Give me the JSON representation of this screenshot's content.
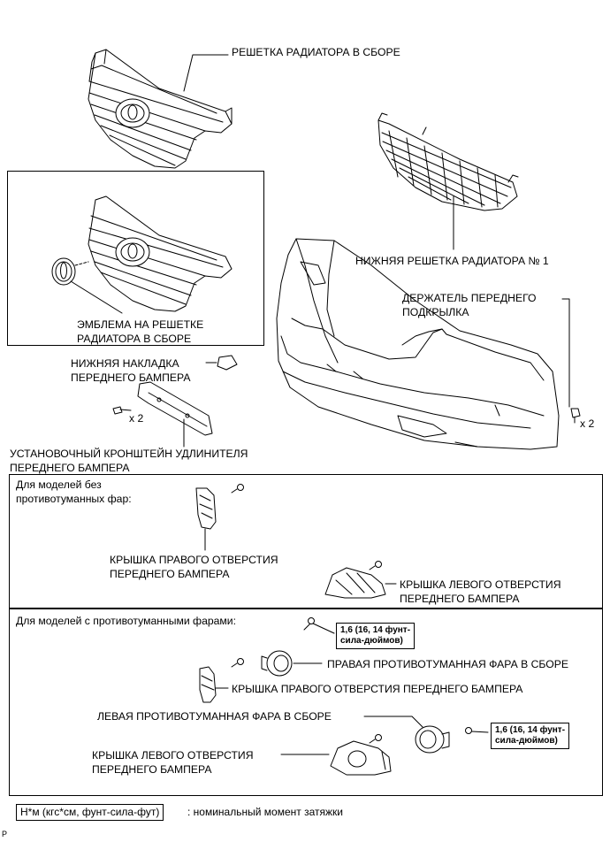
{
  "labels": {
    "grille_assembly": "РЕШЕТКА РАДИАТОРА В СБОРЕ",
    "lower_grille": "НИЖНЯЯ РЕШЕТКА РАДИАТОРА № 1",
    "emblem": "ЭМБЛЕМА НА РЕШЕТКЕ\nРАДИАТОРА В СБОРЕ",
    "fender_liner_retainer": "ДЕРЖАТЕЛЬ ПЕРЕДНЕГО\nПОДКРЫЛКА",
    "lower_bumper_cover": "НИЖНЯЯ НАКЛАДКА\nПЕРЕДНЕГО БАМПЕРА",
    "extension_bracket": "УСТАНОВОЧНЫЙ КРОНШТЕЙН УДЛИНИТЕЛЯ\nПЕРЕДНЕГО БАМПЕРА",
    "qty_bracket_screws": "x 2",
    "qty_retainers": "x 2"
  },
  "section_no_fog": {
    "title": "Для моделей без\nпротивотуманных фар:",
    "right_hole_cover": "КРЫШКА ПРАВОГО ОТВЕРСТИЯ\nПЕРЕДНЕГО БАМПЕРА",
    "left_hole_cover": "КРЫШКА ЛЕВОГО ОТВЕРСТИЯ\nПЕРЕДНЕГО БАМПЕРА"
  },
  "section_fog": {
    "title": "Для моделей с противотуманными фарами:",
    "torque_right": "1,6 (16, 14 фунт-\nсила-дюймов)",
    "right_fog_lamp": "ПРАВАЯ ПРОТИВОТУМАННАЯ ФАРА В СБОРЕ",
    "right_hole_cover": "КРЫШКА ПРАВОГО ОТВЕРСТИЯ ПЕРЕДНЕГО БАМПЕРА",
    "left_fog_lamp": "ЛЕВАЯ ПРОТИВОТУМАННАЯ ФАРА В СБОРЕ",
    "torque_left": "1,6 (16, 14 фунт-\nсила-дюймов)",
    "left_hole_cover": "КРЫШКА ЛЕВОГО ОТВЕРСТИЯ\nПЕРЕДНЕГО БАМПЕРА"
  },
  "legend": {
    "unit": "Н*м (кгс*см, фунт-сила-фут)",
    "description": ": номинальный момент затяжки"
  },
  "corner_mark": "P"
}
